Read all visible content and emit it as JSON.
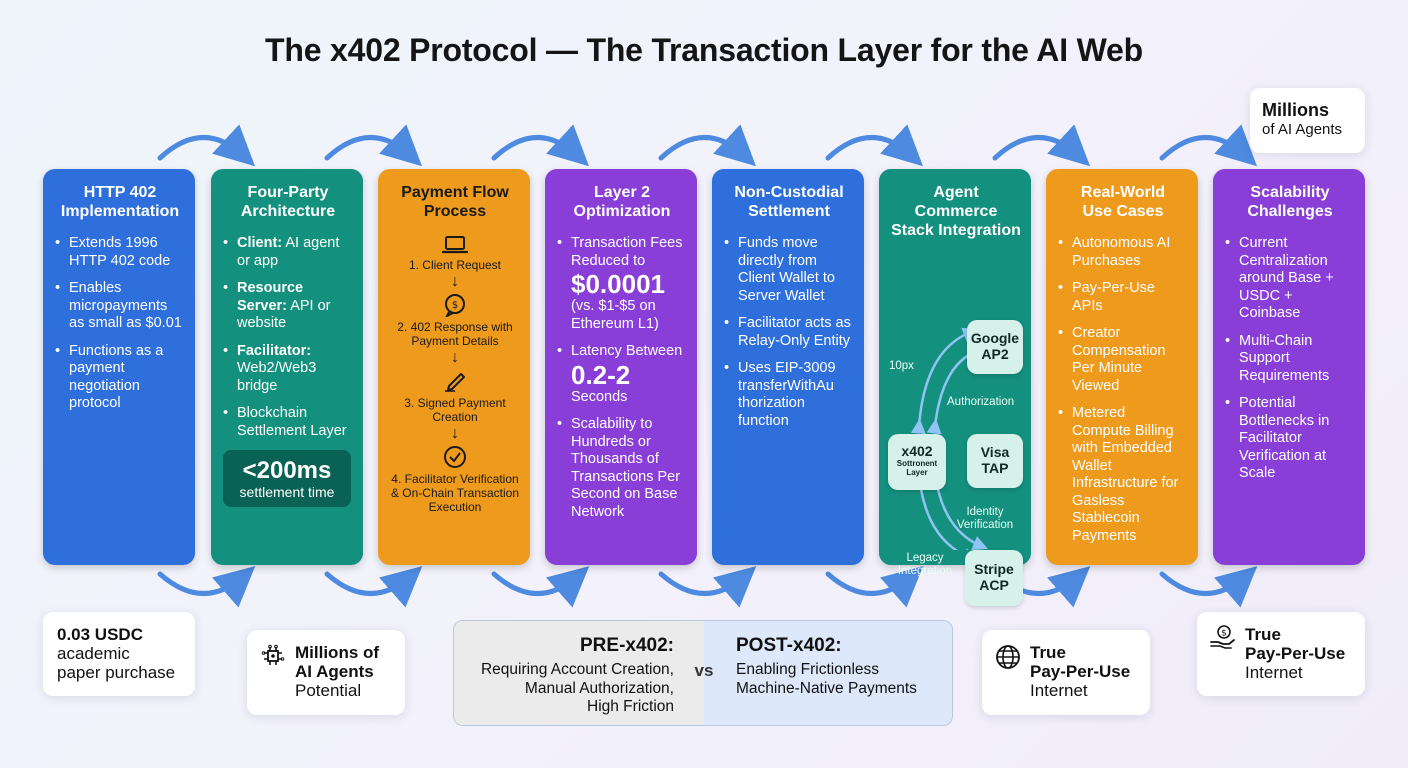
{
  "title": "The x402 Protocol — The Transaction Layer for the AI Web",
  "columns": [
    {
      "title": "HTTP 402\nImplementation",
      "bullets": [
        "Extends 1996 HTTP 402 code",
        "Enables micropayments as small as $0.01",
        "Functions as a payment negotiation protocol"
      ]
    },
    {
      "title": "Four-Party\nArchitecture",
      "bullets": [
        {
          "strong": "Client:",
          "text": " AI agent or app"
        },
        {
          "strong": "Resource Server:",
          "text": " API or website"
        },
        {
          "strong": "Facilitator:",
          "text": " Web2/Web3 bridge"
        },
        {
          "strong": "",
          "text": "Blockchain Settlement Layer"
        }
      ],
      "stat_big": "<200ms",
      "stat_small": "settlement time"
    },
    {
      "title": "Payment Flow\nProcess",
      "steps": [
        {
          "icon": "laptop-icon",
          "label": "1. Client Request"
        },
        {
          "icon": "dollar-chat-icon",
          "label": "2. 402 Response with Payment Details"
        },
        {
          "icon": "pen-sign-icon",
          "label": "3. Signed Payment Creation"
        },
        {
          "icon": "check-circle-icon",
          "label": "4. Facilitator Verification & On-Chain Transaction Execution"
        }
      ]
    },
    {
      "title": "Layer 2\nOptimization",
      "b1_pre": "Transaction Fees Reduced to",
      "b1_hl": "$0.0001",
      "b1_post": "(vs. $1-$5 on Ethereum L1)",
      "b2_pre": "Latency Between",
      "b2_hl": "0.2-2",
      "b2_post": "Seconds",
      "b3": "Scalability to Hundreds or Thousands of Transactions Per Second on Base Network"
    },
    {
      "title": "Non-Custodial\nSettlement",
      "bullets": [
        "Funds move directly from Client Wallet to Server Wallet",
        "Facilitator acts as Relay-Only Entity",
        "Uses EIP-3009 transferWithAu thorization function"
      ]
    },
    {
      "title": "Agent Commerce\nStack Integration",
      "center_main": "x402",
      "center_sub": "Sottronent Layer",
      "nodes": [
        "Google AP2",
        "Visa TAP",
        "Stripe ACP"
      ],
      "labels": [
        "10px",
        "Authorization",
        "Identity Verification",
        "Legacy Integration"
      ]
    },
    {
      "title": "Real-World\nUse Cases",
      "bullets": [
        "Autonomous AI Purchases",
        "Pay-Per-Use APIs",
        "Creator Compensation Per Minute Viewed",
        "Metered Compute Billing with Embedded Wallet Infrastructure for Gasless Stablecoin Payments"
      ]
    },
    {
      "title": "Scalability\nChallenges",
      "bullets": [
        "Current Centralization around Base + USDC + Coinbase",
        "Multi-Chain Support Requirements",
        "Potential Bottlenecks in Facilitator Verification at Scale"
      ]
    }
  ],
  "top_card": {
    "line1": "Millions",
    "line2": "of AI Agents"
  },
  "bottom_cards": {
    "usdc": {
      "line1": "0.03 USDC",
      "line2": "academic",
      "line3": "paper purchase"
    },
    "agents": {
      "icon": "network-chip-icon",
      "line1": "Millions of",
      "line2": "AI Agents",
      "line3": "Potential"
    },
    "internet1": {
      "icon": "globe-icon",
      "line1": "True",
      "line2": "Pay-Per-Use",
      "line3": "Internet"
    },
    "internet2": {
      "icon": "hand-coin-icon",
      "line1": "True",
      "line2": "Pay-Per-Use",
      "line3": "Internet"
    }
  },
  "comparison": {
    "pre_title": "PRE-x402:",
    "pre_text": "Requiring Account Creation,\nManual Authorization,\nHigh Friction",
    "vs": "vs",
    "post_title": "POST-x402:",
    "post_text": "Enabling Frictionless\nMachine-Native Payments"
  },
  "colors": {
    "blue": "#2e6fdc",
    "teal": "#14907e",
    "orange": "#ee9a1c",
    "purple": "#8a3ed8",
    "arrow": "#4d8ae0"
  }
}
